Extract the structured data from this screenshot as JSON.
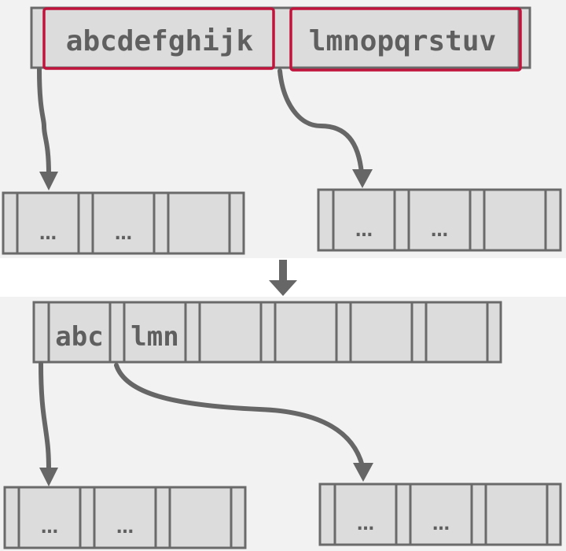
{
  "colors": {
    "panel_background": "#f2f2f2",
    "node_fill": "#dcdcdc",
    "node_stroke": "#6a6a6a",
    "highlight": "#c0143c",
    "pointer": "#666666",
    "text": "#5f5f5f"
  },
  "before": {
    "root_keys": [
      "abcdefghijk",
      "lmnopqrstuv"
    ],
    "left_child_keys": [
      "…",
      "…"
    ],
    "right_child_keys": [
      "…",
      "…"
    ]
  },
  "transition_icon": "down-arrow-icon",
  "after": {
    "root_keys": [
      "abc",
      "lmn"
    ],
    "left_child_keys": [
      "…",
      "…"
    ],
    "right_child_keys": [
      "…",
      "…"
    ]
  }
}
